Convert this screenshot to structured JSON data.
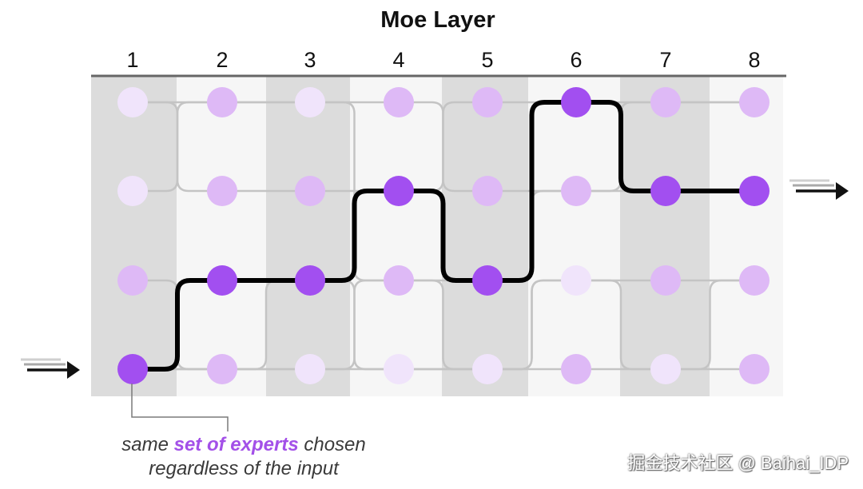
{
  "title": "Moe Layer",
  "layers": [
    "1",
    "2",
    "3",
    "4",
    "5",
    "6",
    "7",
    "8"
  ],
  "experts_per_layer": 4,
  "route_rows": [
    4,
    3,
    3,
    2,
    3,
    1,
    2,
    2
  ],
  "caption": {
    "before": "same ",
    "highlight": "set of experts",
    "after": " chosen",
    "line2": "regardless of the input"
  },
  "watermark": "掘金技术社区 @ Baihai_IDP",
  "colors": {
    "selected": "#a24ff0",
    "dot_medium": "#deb9f6",
    "dot_light": "#f0e4fb",
    "route": "#000000",
    "column_dark": "#dcdcdc",
    "column_light": "#f6f6f6",
    "caption_highlight": "#a350e8"
  }
}
